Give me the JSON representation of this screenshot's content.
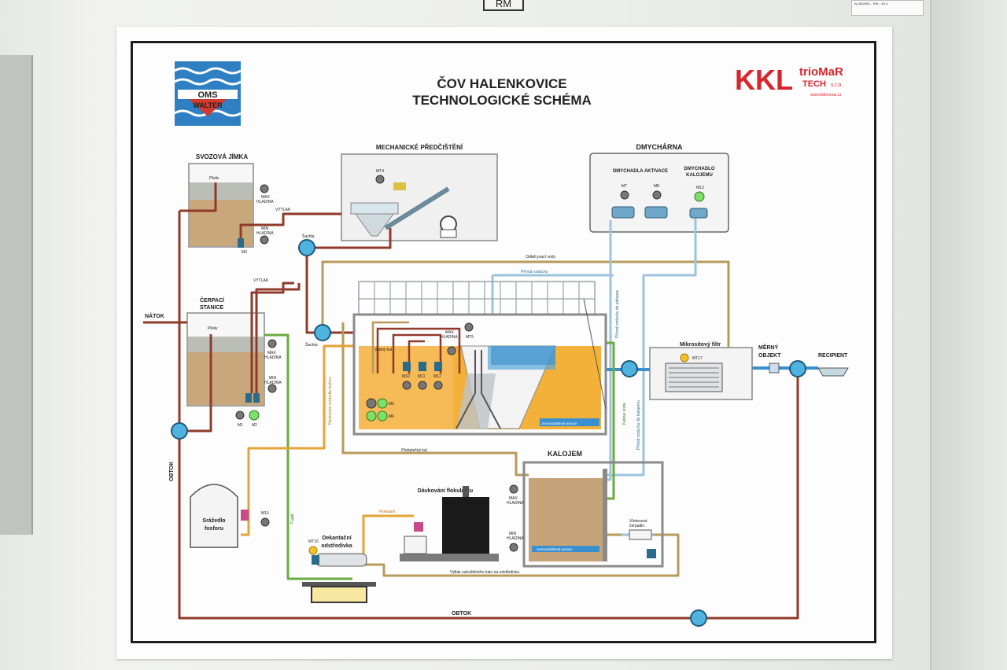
{
  "housing": {
    "tag": "RM",
    "sticker": "Kp 852005 – RM – 60 A"
  },
  "title": {
    "line1": "ČOV HALENKOVICE",
    "line2": "TECHNOLOGICKÉ SCHÉMA"
  },
  "logos": {
    "oms_top": "OMS",
    "oms_bottom": "WALTER",
    "kkl": "KKL",
    "triomar": "trioMaR",
    "tech": "TECH",
    "sro": "s.r.o.",
    "web": "www.kkltriomar.cz"
  },
  "units": {
    "svozova": "SVOZOVÁ JÍMKA",
    "mech": "MECHANICKÉ PŘEDČIŠTĚNÍ",
    "dmychar": "DMYCHÁRNA",
    "dmych_aktivace": "DMYCHADLA AKTIVACE",
    "dmych_kalojem_1": "DMYCHADLO",
    "dmych_kalojem_2": "KALOJEMU",
    "cerpaci_1": "ČERPACÍ",
    "cerpaci_2": "STANICE",
    "mikrosito": "Mikrosítový filtr",
    "merny_1": "MĚRNÝ",
    "merny_2": "OBJEKT",
    "recipient": "RECIPIENT",
    "kalojem": "KALOJEM",
    "flokulant": "Dávkování flokulantu",
    "srazedlo_1": "Srážedlo",
    "srazedlo_2": "fosforu",
    "dekant_1": "Dekantační",
    "dekant_2": "odstředivka"
  },
  "labels": {
    "preliv1": "Přeliv",
    "preliv2": "Přeliv",
    "max": "MAX",
    "min": "MIN",
    "hladina": "HLADINA",
    "vytlak": "VÝTLAK",
    "sachta1": "Šachta",
    "sachta2": "Šachta",
    "natok": "NÁTOK",
    "obtok_v": "OBTOK",
    "obtok_h": "OBTOK",
    "odtah": "Odtah prací vody",
    "privod": "Přívod vzduchu",
    "vratny": "Vratný kal",
    "prebytecny": "Přebytečný kal",
    "davkovani_fosforu": "Dávkování srážedla fosforu",
    "privod_aktivace": "Přívod vzduchu do aktivace",
    "privod_kalojem": "Přívod vzduchu do kalojemu",
    "kalova": "Kalová voda",
    "fugat": "Fugát",
    "flokulant": "Flokulant",
    "vytlak_zahust": "Výtlak zahuštěného kalu na odstředivku",
    "jemno_aktiv": "Jemnobublinná aerace",
    "jemno_kal": "Jemnobublinná aerace",
    "vretenove_1": "Vřetenové",
    "vretenove_2": "čerpadlo"
  },
  "devices": {
    "MT4": "MT4",
    "M3": "M3",
    "M1": "M1",
    "M2": "M2",
    "M7": "M7",
    "M8": "M8",
    "M13": "M13",
    "MT17": "MT17",
    "MT5": "MT5",
    "M10": "M10",
    "M11": "M11",
    "M12": "M12",
    "M5": "M5",
    "M6": "M6",
    "M16": "M16",
    "MT15": "MT15"
  },
  "colors": {
    "rust": "#8f3a2a",
    "tan": "#b89a5a",
    "blue_pipe": "#9cc4dc",
    "green_pipe": "#6cab3e",
    "yellow_pipe": "#e5a436",
    "water_blue": "#3a8fcf",
    "sludge": "#c6a47a",
    "tank_orange": "#f3b13a",
    "grey_box": "#7a7a7a",
    "kkl_red": "#d8262e"
  }
}
